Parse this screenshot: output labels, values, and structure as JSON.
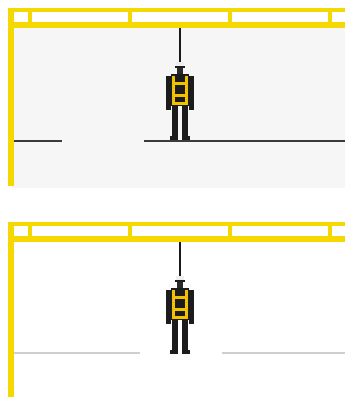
{
  "colors": {
    "rail": "#f5d800",
    "rail_edge": "#c9b000",
    "background_top": "#f6f6f6",
    "background_bottom": "#ffffff",
    "rope": "#1a1a1a",
    "floor_top": "#3a3a3a",
    "floor_bottom": "#cfcfcf",
    "worker_body": "#1c1c1c",
    "harness": "#f2c200",
    "helmet": "#eeeeee"
  },
  "panels": [
    {
      "name": "panel-top",
      "icon": "worker-suspended-by-rope-icon",
      "floor_style": "dark"
    },
    {
      "name": "panel-bottom",
      "icon": "worker-suspended-by-rope-icon",
      "floor_style": "light"
    }
  ]
}
